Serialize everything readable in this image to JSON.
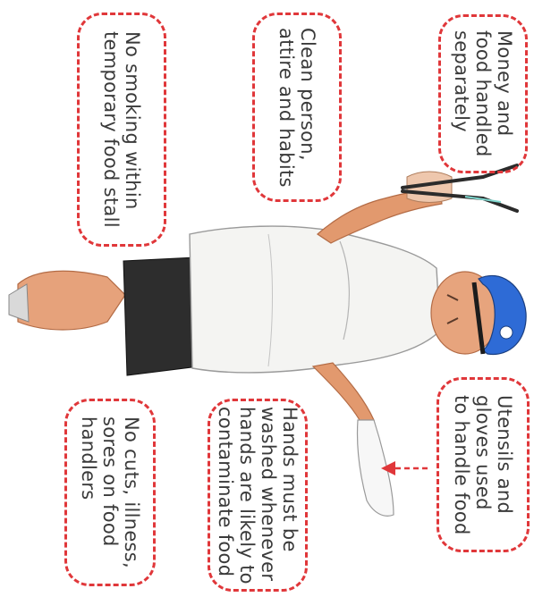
{
  "colors": {
    "dash_border": "#e0373a",
    "text": "#3a3a3a",
    "arrow": "#e0373a",
    "cap": "#2e6bd6",
    "apron": "#2d2d2d",
    "shirt": "#f4f4f2",
    "skin": "#d98a5c"
  },
  "callouts": [
    {
      "id": "money-food",
      "text": "Money and\nfood handled\nseparately"
    },
    {
      "id": "clean-person",
      "text": "Clean person,\nattire and habits"
    },
    {
      "id": "no-smoking",
      "text": "No smoking within\ntemporary food stall"
    },
    {
      "id": "utensils-gloves",
      "text": "Utensils and\ngloves used\nto handle food"
    },
    {
      "id": "hands-washed",
      "text": "Hands must be\nwashed whenever\nhands are likely to\ncontaminate food"
    },
    {
      "id": "no-cuts",
      "text": "No cuts, illness,\nsores on food\nhandlers"
    }
  ],
  "illustration": {
    "subject": "food-handler-figure",
    "items": [
      "cap-icon",
      "tongs-icon",
      "apron",
      "shirt"
    ]
  }
}
